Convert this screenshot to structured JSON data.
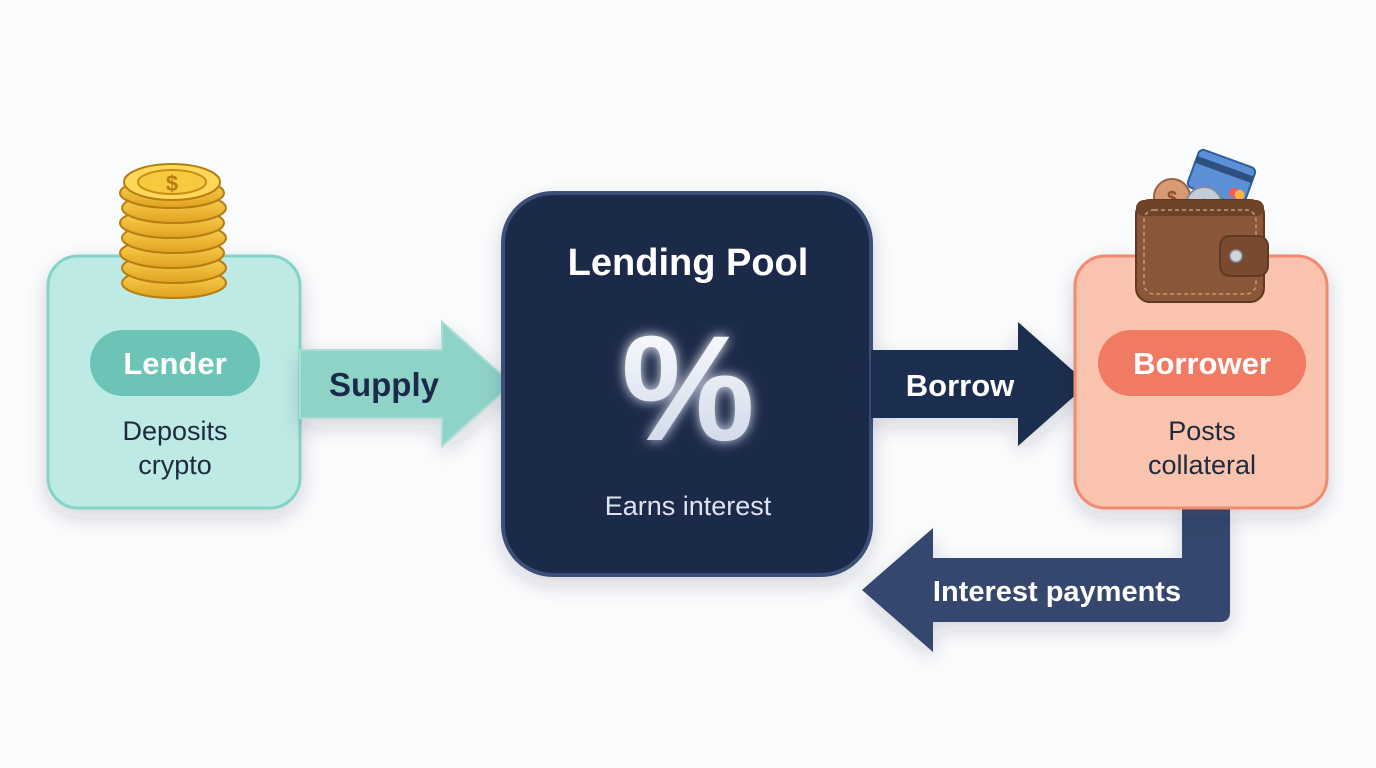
{
  "lender": {
    "label": "Lender",
    "description_line1": "Deposits",
    "description_line2": "crypto",
    "icon": "coin-stack-icon"
  },
  "supply_arrow": {
    "label": "Supply"
  },
  "pool": {
    "title": "Lending Pool",
    "symbol": "%",
    "caption": "Earns interest"
  },
  "borrow_arrow": {
    "label": "Borrow"
  },
  "borrower": {
    "label": "Borrower",
    "description_line1": "Posts",
    "description_line2": "collateral",
    "icon": "wallet-icon"
  },
  "interest_arrow": {
    "label": "Interest payments"
  },
  "colors": {
    "lender_fill": "#bdeae4",
    "lender_border": "#7fd0c4",
    "lender_pill": "#6cc4b6",
    "supply_arrow": "#8fd3c8",
    "pool_fill": "#1b2a4a",
    "pool_border": "#3a4e78",
    "borrow_arrow": "#1e2d50",
    "borrower_fill": "#f9c3ad",
    "borrower_border": "#f08a70",
    "borrower_pill": "#f07a62",
    "interest_arrow": "#34466e",
    "coin_gold": "#f5c542",
    "wallet_brown": "#8a5838"
  }
}
